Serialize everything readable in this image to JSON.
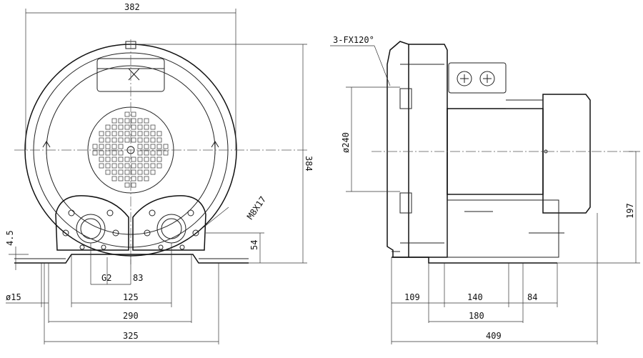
{
  "dimensions": {
    "front_width": "382",
    "front_height": "384",
    "outlet_height": "54",
    "foot_thickness": "4.5",
    "hole_dia": "ø15",
    "flange_thread": "G2",
    "port_spacing": "83",
    "inner_spacing": "125",
    "mount_spacing": "290",
    "base_width": "325",
    "bolt_spec": "M8X17",
    "side_flange_bolts": "3-FX120°",
    "inlet_dia": "ø240",
    "axis_height": "197",
    "side_offset": "109",
    "side_mount_spacing": "140",
    "side_rear": "84",
    "side_base": "180",
    "side_length": "409"
  }
}
